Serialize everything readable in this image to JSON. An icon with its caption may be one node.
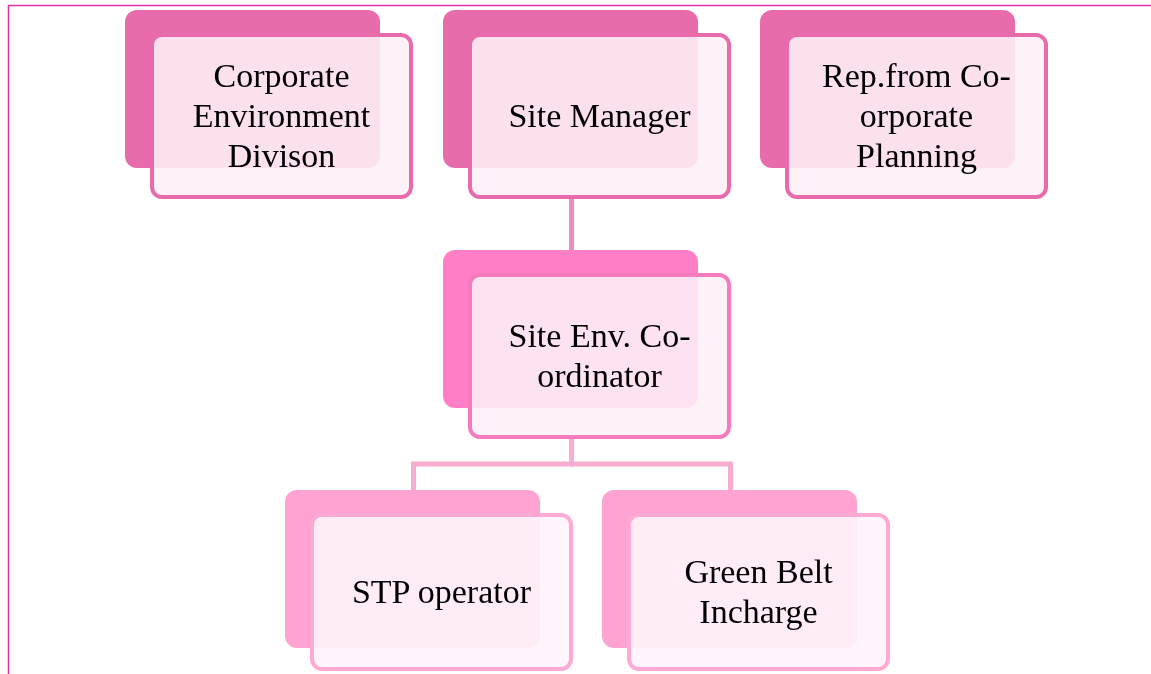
{
  "diagram": {
    "nodes": [
      {
        "text": [
          "Corporate Environment Divison"
        ]
      },
      {
        "text": [
          "Site Manager"
        ]
      },
      {
        "text": [
          "Rep.from Co-orporate Planning"
        ]
      },
      {
        "text": [
          "Site Env. Co-ordinator"
        ]
      },
      {
        "text": [
          "STP operator"
        ]
      },
      {
        "text": [
          "Green Belt Incharge"
        ]
      }
    ],
    "edges": [
      {
        "from": 1,
        "to": 3,
        "arrow": "none"
      },
      {
        "from": 3,
        "to": 4,
        "arrow": "none"
      },
      {
        "from": 3,
        "to": 5,
        "arrow": "none"
      }
    ]
  }
}
